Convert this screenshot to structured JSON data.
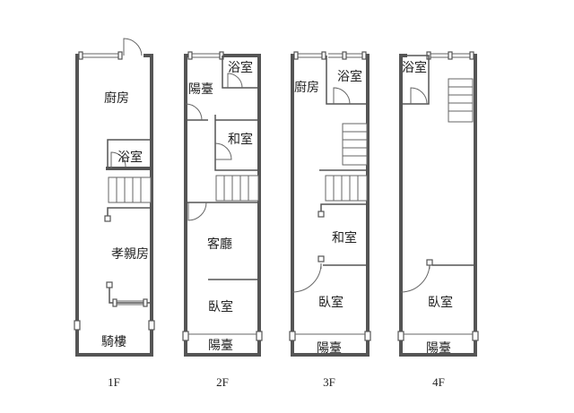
{
  "floors": [
    {
      "label": "1F",
      "rooms": [
        "廚房",
        "浴室",
        "孝親房",
        "騎樓"
      ]
    },
    {
      "label": "2F",
      "rooms": [
        "浴室",
        "陽臺",
        "和室",
        "客廳",
        "臥室",
        "陽臺"
      ]
    },
    {
      "label": "3F",
      "rooms": [
        "廚房",
        "浴室",
        "和室",
        "臥室",
        "陽臺"
      ]
    },
    {
      "label": "4F",
      "rooms": [
        "浴室",
        "臥室",
        "陽臺"
      ]
    }
  ]
}
